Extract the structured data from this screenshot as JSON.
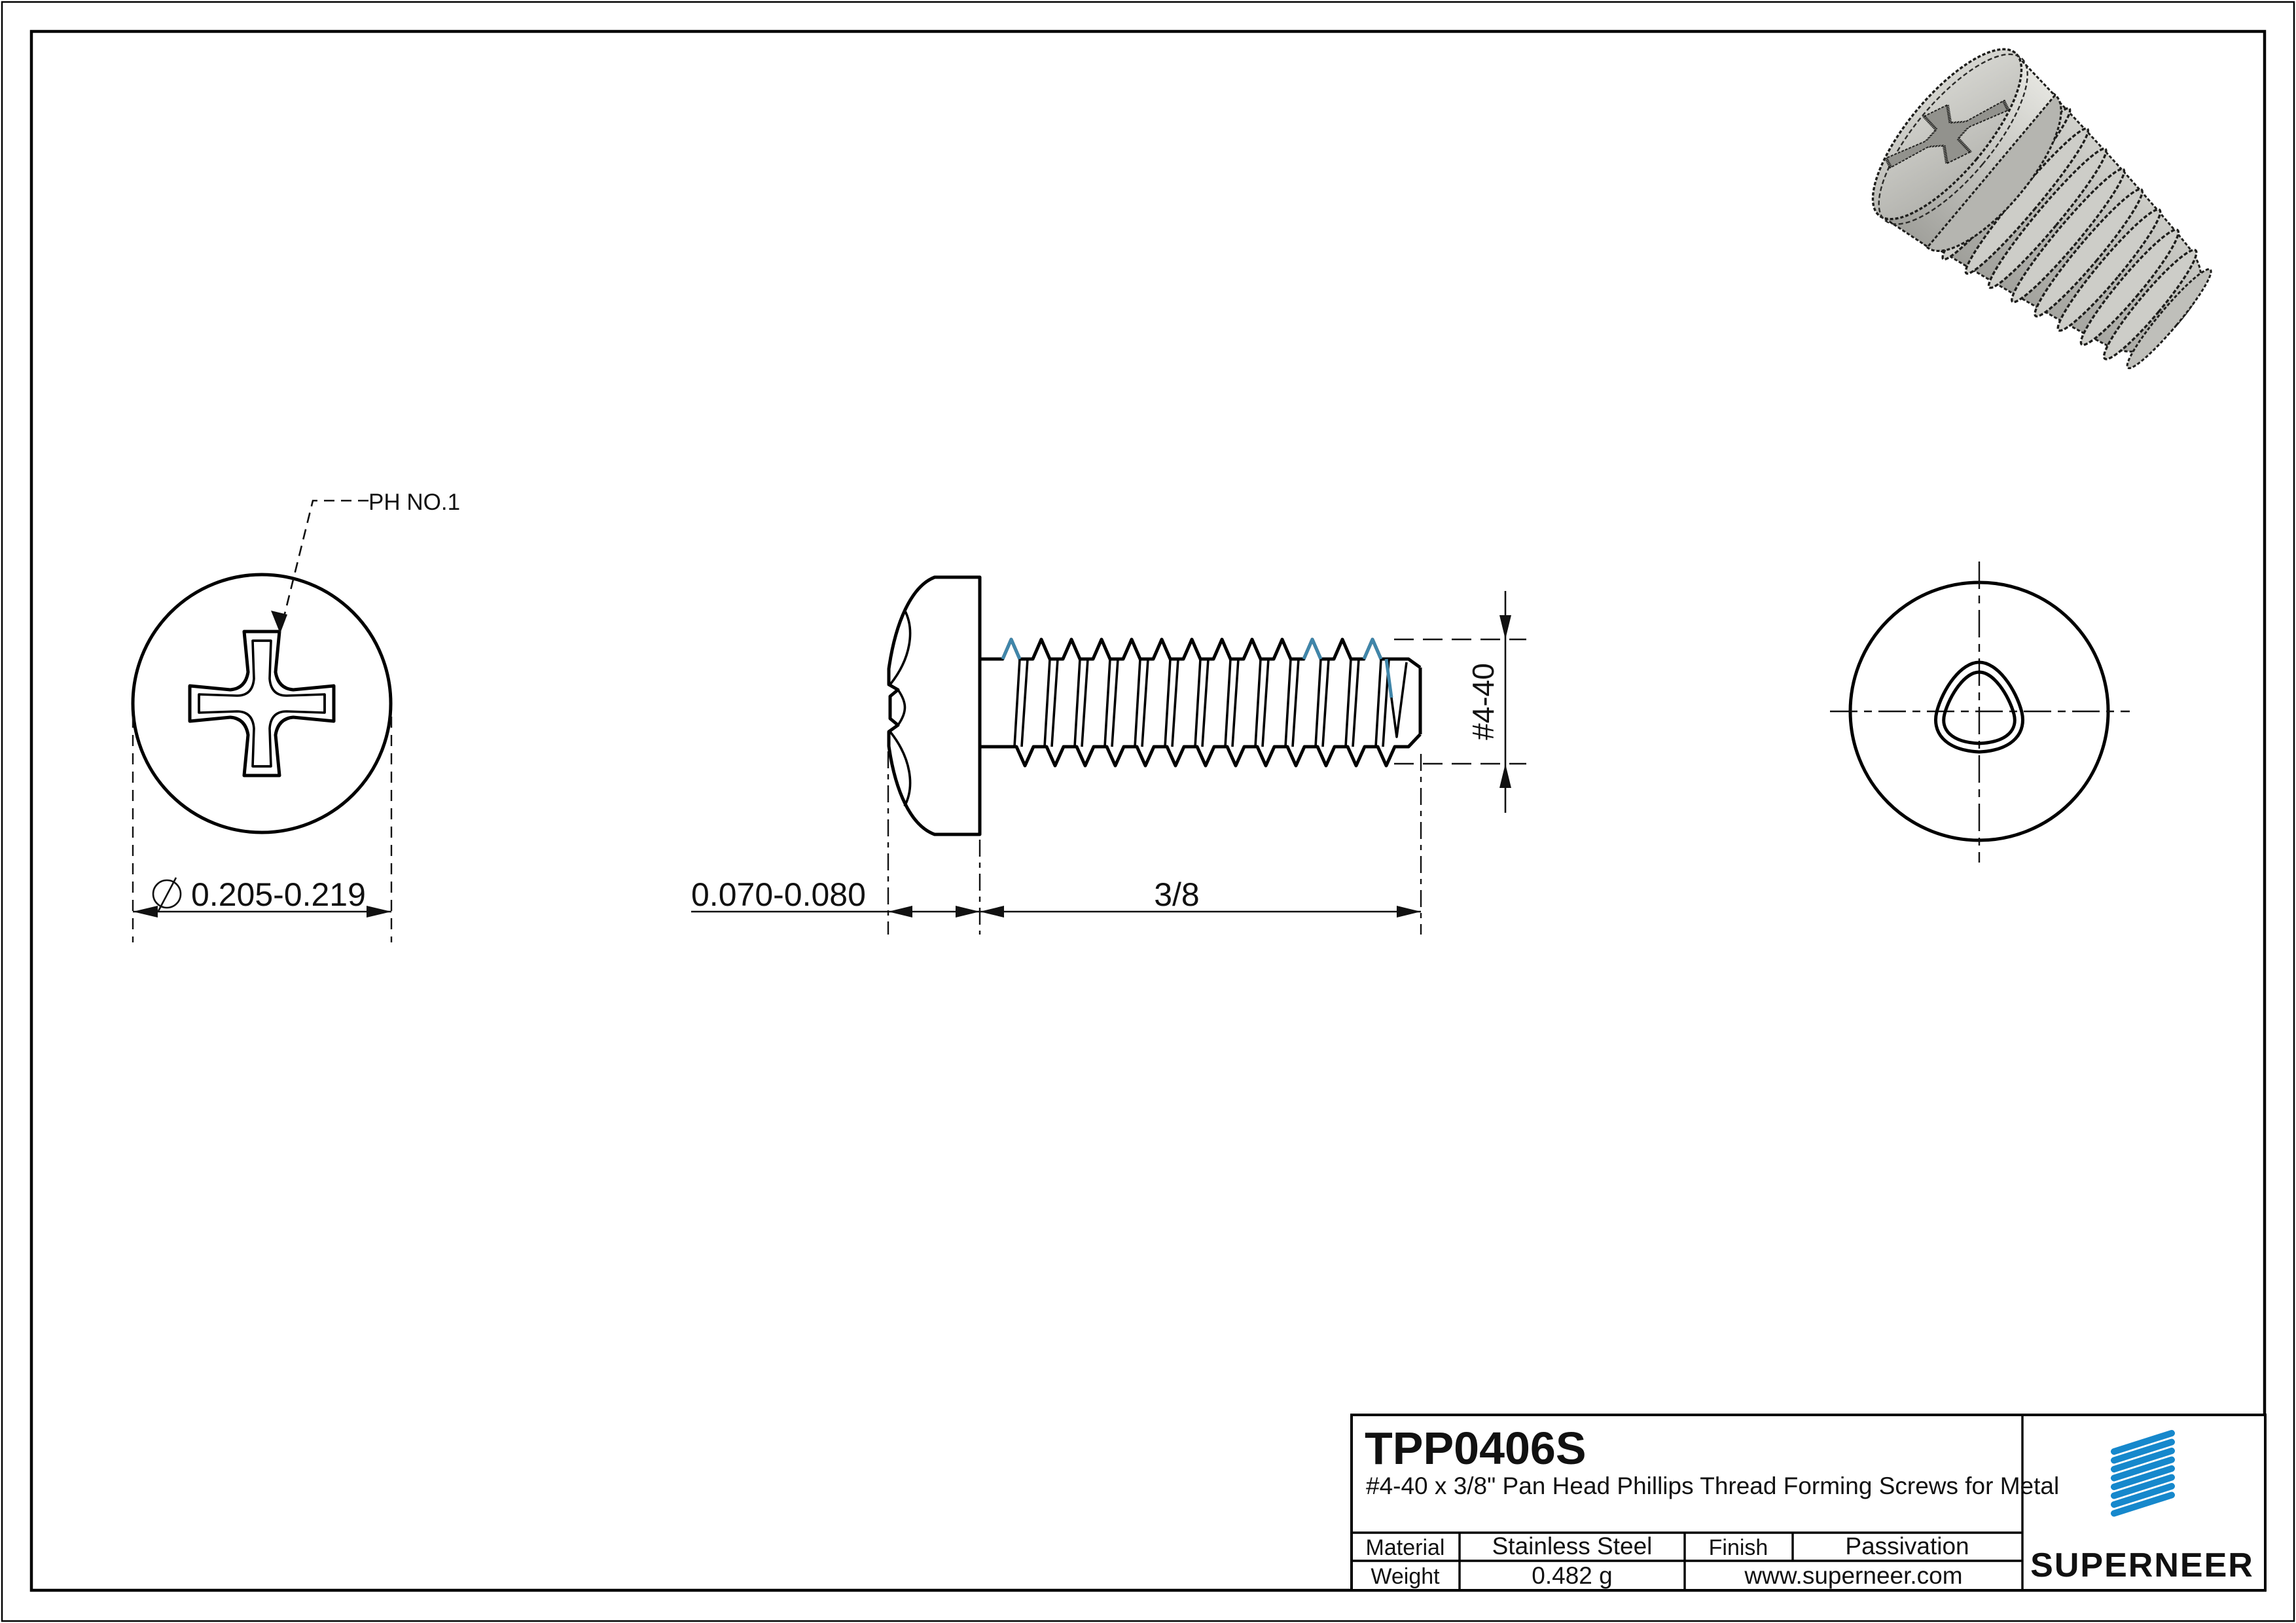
{
  "sheet": {
    "background": "#ffffff"
  },
  "colors": {
    "line": "#000000",
    "accent_blue": "#4086aa",
    "brand_blue": "#1688cc",
    "link_blue": "#2e9de2"
  },
  "front_view": {
    "recess_label": "PH NO.1",
    "diameter_symbol": "⌀",
    "diameter": "0.205-0.219"
  },
  "side_view": {
    "head_height": "0.070-0.080",
    "thread_length": "3/8",
    "thread_size": "#4-40"
  },
  "title_block": {
    "part_number": "TPP0406S",
    "description": "#4-40 x 3/8\" Pan Head Phillips Thread Forming Screws for Metal",
    "material_label": "Material",
    "material_value": "Stainless Steel",
    "finish_label": "Finish",
    "finish_value": "Passivation",
    "weight_label": "Weight",
    "weight_value": "0.482 g",
    "website": "www.superneer.com",
    "brand": "SUPERNEER"
  }
}
